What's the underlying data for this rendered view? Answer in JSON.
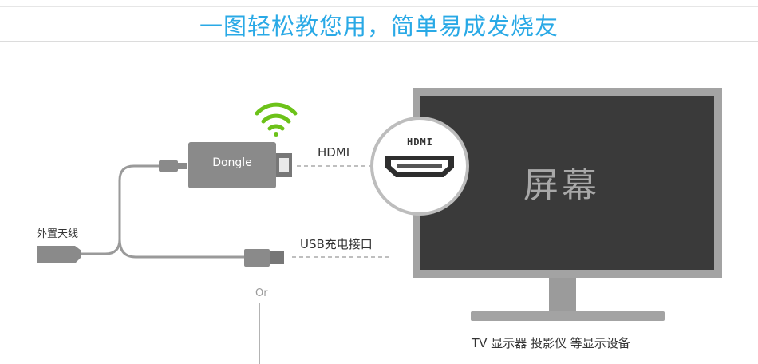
{
  "banner": {
    "title": "一图轻松教您用，简单易成发烧友"
  },
  "diagram": {
    "dongle_label": "Dongle",
    "hdmi_label": "HDMI",
    "hdmi_logo_text": "HDMI",
    "usb_label": "USB充电接口",
    "antenna_label": "外置天线",
    "or_label": "Or",
    "screen_label": "屏幕",
    "devices_caption": "TV  显示器  投影仪 等显示设备"
  },
  "colors": {
    "title_blue": "#29a9e6",
    "wifi_green": "#6cc219",
    "device_gray": "#8a8a8a",
    "screen_dark": "#3a3a3a",
    "frame_gray": "#a3a3a3"
  }
}
